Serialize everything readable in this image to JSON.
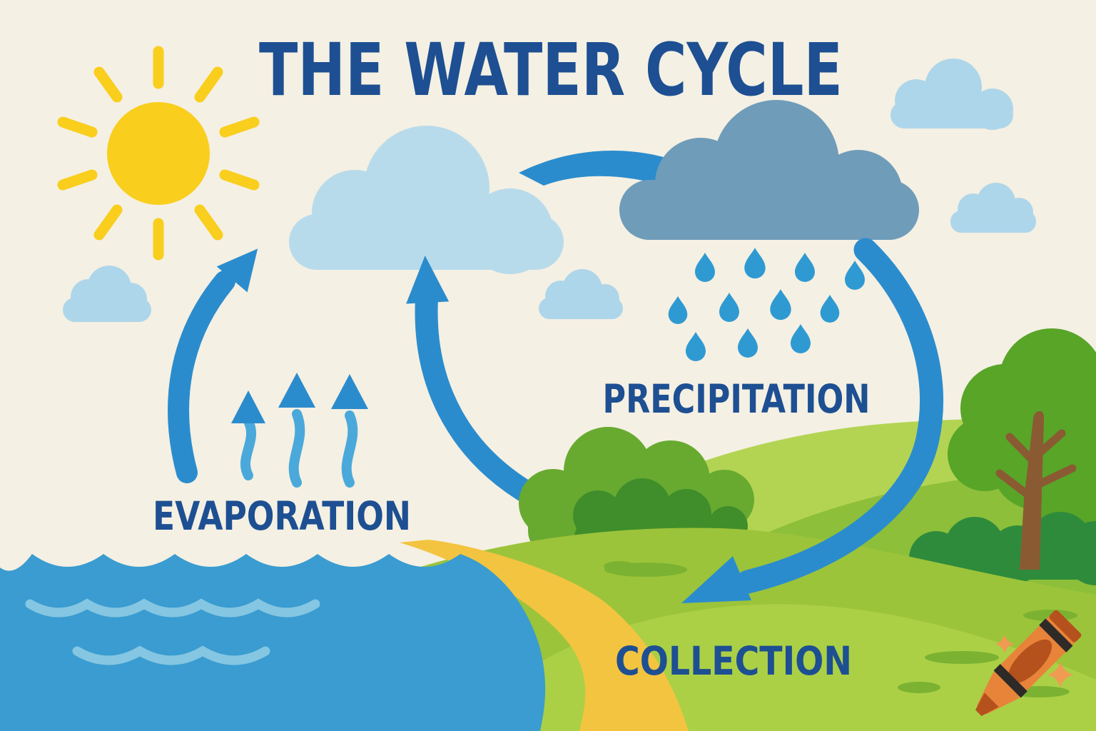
{
  "title": "THE WATER CYCLE",
  "cycle": {
    "type": "process-cycle-diagram",
    "stages": [
      {
        "label": "EVAPORATION"
      },
      {
        "label": "PRECIPITATION"
      },
      {
        "label": "COLLECTION"
      }
    ]
  },
  "scene": {
    "elements": [
      "sun",
      "clouds",
      "condensation-arrow",
      "rain-cloud",
      "raindrops",
      "evaporation-arrow",
      "vapor-arrows",
      "rising-arrow",
      "precipitation-arrow",
      "water-body",
      "waves",
      "sand-shore",
      "grass-land",
      "hills",
      "bushes",
      "tree",
      "grass-tufts",
      "crayon-watermark",
      "sparkles"
    ]
  },
  "colors": {
    "background": "#f4f0e3",
    "heading": "#1d4f92",
    "sun": "#f9ce1d",
    "cloud_light": "#aed6ea",
    "cloud_big": "#b8dbec",
    "cloud_rain": "#6f9cb9",
    "raindrop": "#2f9ad2",
    "arrow": "#2b8ccd",
    "vapor": "#4aa9da",
    "water": "#3a9cd0",
    "wave": "#85c6e2",
    "sand": "#f3c440",
    "grass": "#9cc43a",
    "grass_light": "#abd046",
    "hill_back": "#b3d452",
    "hill_mid": "#8dbf3a",
    "bush": "#68aa30",
    "bush_dark": "#3f8e2b",
    "tree_bush": "#2f8b3c",
    "tree_canopy": "#58a528",
    "trunk": "#8a5a33",
    "tuft": "#7cb231",
    "crayon": "#e8833a",
    "crayon_dark": "#b4511c",
    "crayon_stripe": "#2e2a28",
    "sparkle": "#f09a52"
  }
}
